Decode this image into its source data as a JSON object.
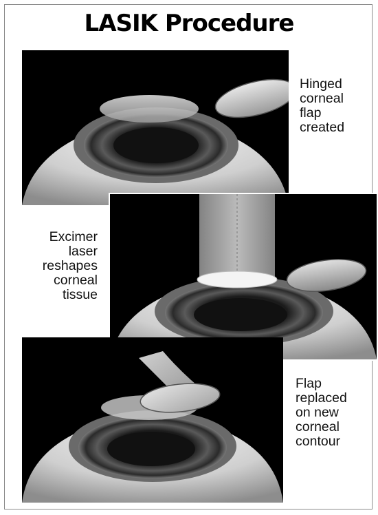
{
  "title": "LASIK Procedure",
  "steps": [
    {
      "lines": [
        "Hinged",
        "corneal",
        "flap",
        "created"
      ]
    },
    {
      "lines": [
        "Excimer",
        "laser",
        "reshapes",
        "corneal",
        "tissue"
      ]
    },
    {
      "lines": [
        "Flap",
        "replaced",
        "on new",
        "corneal",
        "contour"
      ]
    }
  ]
}
